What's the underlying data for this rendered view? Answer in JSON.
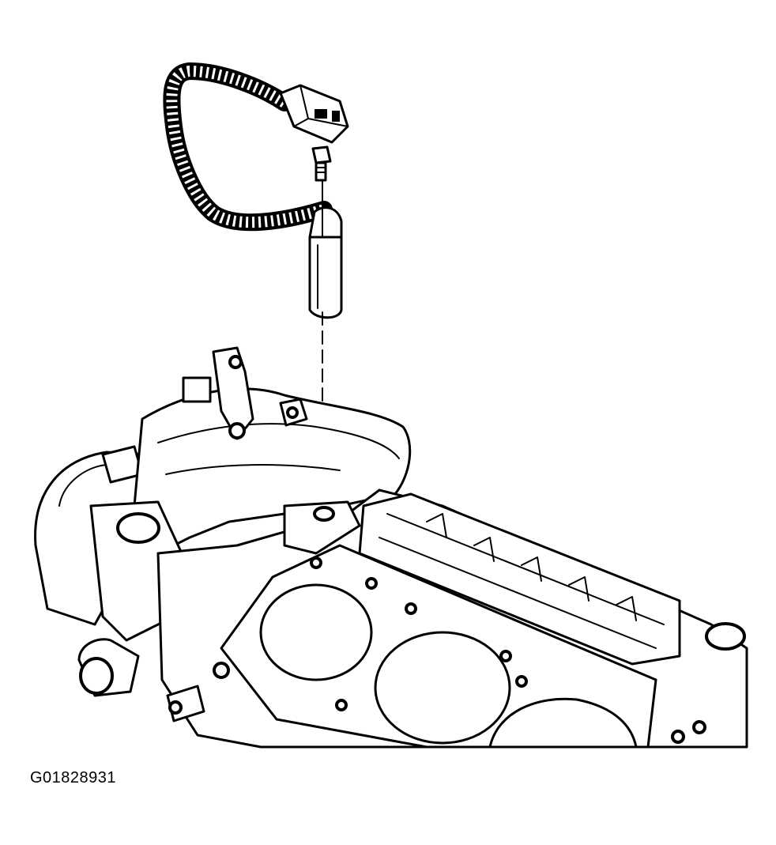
{
  "figure": {
    "id_label": "G01828931"
  },
  "parts": {
    "harness": "wiring-harness",
    "connector": "electrical-connector",
    "bolt": "mounting-bolt",
    "sensor": "sensor",
    "engine": "engine-block"
  }
}
